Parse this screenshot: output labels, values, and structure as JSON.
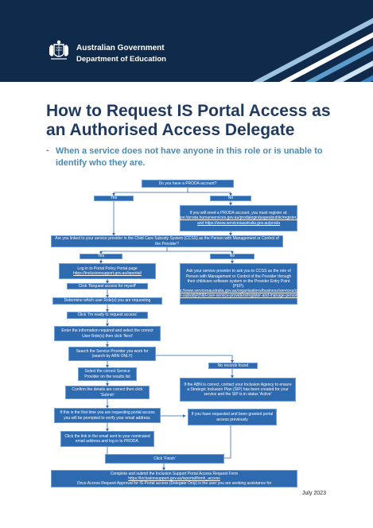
{
  "header": {
    "org_line1": "Australian Government",
    "org_line2": "Department of Education"
  },
  "document": {
    "title": "How to Request IS Portal Access as an Authorised Access Delegate",
    "subtitle_dash": "-",
    "subtitle": "When a service does not have anyone in this role or is unable to identify who they are.",
    "date": "July 2023"
  },
  "flowchart": {
    "q_prodaccount": "Do you have a PRODA account?",
    "yes1": "Yes",
    "no1": "No",
    "register_line1": "If you will need a PRODA account, you must register at:",
    "register_link": "https://proda.humanservices.gov.au/prodalogin/pages/public/register.jsf and https://www.servicesaustralia.gov.au/proda",
    "q_provider": "Are you linked to your service provider in the Child Care Subsidy System (CCSS) as the Person with Management or Control of the Provider?",
    "yes2": "Yes",
    "no2": "No",
    "login_line1": "Log in to Portal Policy Portal page",
    "login_link": "https://inclusionsupport.gov.au/isportal/",
    "no_branch_text": "Ask your service provider to ask you to CCSS as the role of Person with Management or Control of the Provider through their childcare software system or the Provider Entry Point (PEP).",
    "no_branch_link": "https://www.servicesaustralia.gov.au/organisations/business/services/child-care-subsidy/child-care-service-providers/register-and-manage-personnel",
    "step_request": "Click 'Request access for myself'",
    "step_determine": "Determine which user Role(s) you are requesting",
    "step_ready": "Click 'I'm ready to request access'",
    "step_enter": "Enter the information required and select the correct User Role(s) then click 'Next'",
    "step_search": "Search the Service Provider you work for (search by ABN ONLY)",
    "no_results": "No records found",
    "step_select": "Select the correct Service Provider on the results list",
    "abn_correct": "If the ABN is correct, contact your Inclusion Agency to ensure a Strategic Inclusion Plan (SIP) has been created for your service and the SIP is in status 'Active'",
    "step_confirm": "Confirm the details are correct then click 'Submit'",
    "first_time": "If this is the first time you are requesting portal access you will be prompted to verify your email address.",
    "already_requested": "If you have requested and been granted portal access previously",
    "step_email": "Click the link in the email sent to your nominated email address and log in to PRODA.",
    "step_finish": "Click 'Finish'",
    "complete_line1": "Complete and submit the Inclusion Support Portal Access Request Form",
    "complete_link": "https://inclusionsupport.gov.au/isportal/fomh_access",
    "complete_line3": "Once Access Request Approval for IS Portal access (Delegate Only) is the user you are seeking assistance for"
  }
}
